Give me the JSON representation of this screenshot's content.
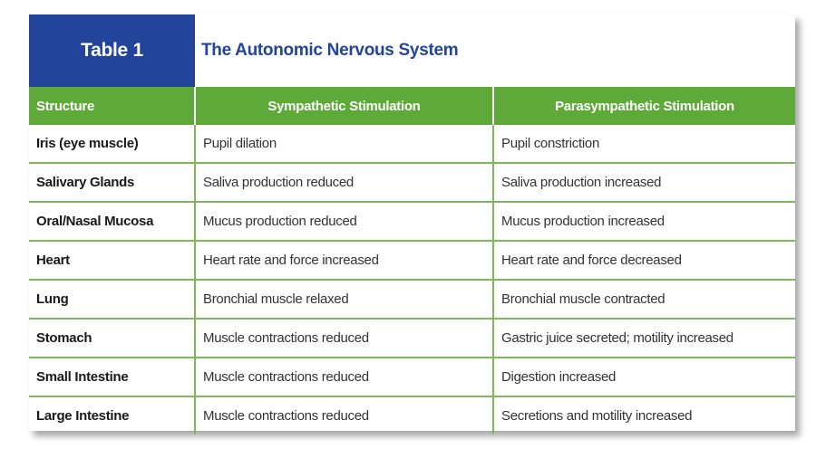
{
  "table": {
    "label": "Table 1",
    "title": "The Autonomic Nervous System",
    "headers": [
      "Structure",
      "Sympathetic Stimulation",
      "Parasympathetic Stimulation"
    ],
    "rows": [
      [
        "Iris (eye muscle)",
        "Pupil dilation",
        "Pupil constriction"
      ],
      [
        "Salivary Glands",
        "Saliva production reduced",
        "Saliva production increased"
      ],
      [
        "Oral/Nasal Mucosa",
        "Mucus production reduced",
        "Mucus production increased"
      ],
      [
        "Heart",
        "Heart rate and force increased",
        "Heart rate and force decreased"
      ],
      [
        "Lung",
        "Bronchial muscle relaxed",
        "Bronchial muscle contracted"
      ],
      [
        "Stomach",
        "Muscle contractions reduced",
        "Gastric juice secreted; motility increased"
      ],
      [
        "Small Intestine",
        "Muscle contractions reduced",
        "Digestion increased"
      ],
      [
        "Large Intestine",
        "Muscle contractions reduced",
        "Secretions and motility increased"
      ]
    ]
  },
  "colors": {
    "label_bg": "#22449a",
    "header_bg": "#5fa83a",
    "grid": "#7fb85a"
  }
}
